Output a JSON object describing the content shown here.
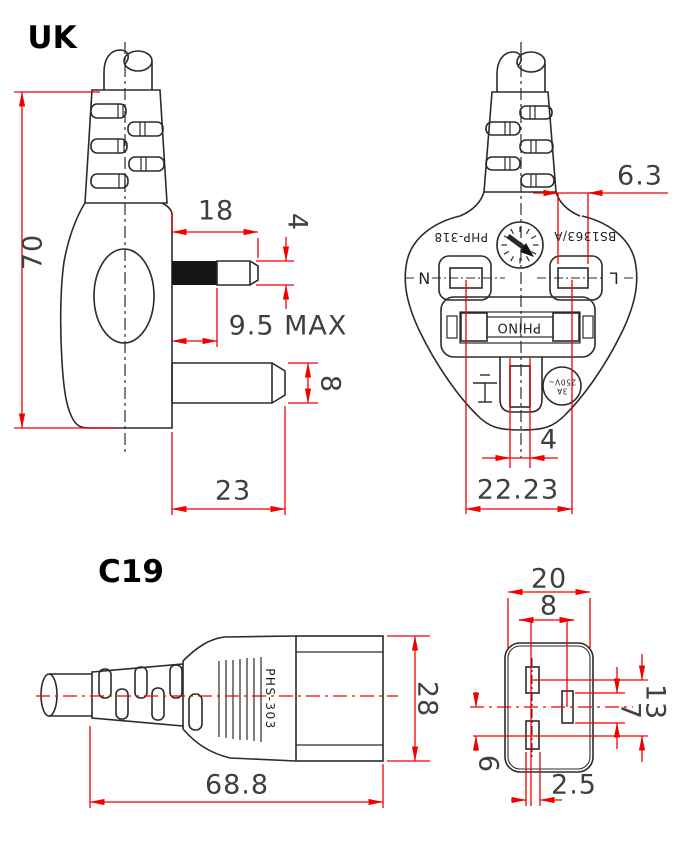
{
  "colors": {
    "line": "#2b2b2b",
    "red": "#f10000",
    "dim_text": "#3f3f3f"
  },
  "uk": {
    "title": "UK",
    "side": {
      "dim_height": "70",
      "dim_pin_length": "18",
      "dim_pin_thickness": "4",
      "dim_sleeve": "9.5  MAX",
      "dim_earth_thickness": "8",
      "dim_earth_length": "23"
    },
    "front": {
      "dim_pin_width": "6.3",
      "dim_earth_width": "4",
      "dim_pin_spacing": "22.23",
      "marking_model": "PHP-318",
      "marking_standard": "BS1363/A",
      "marking_fuse": "PHINO",
      "label_neutral": "N",
      "label_live": "L",
      "marking_fuse_rating": "3A",
      "marking_voltage": "250V~"
    }
  },
  "c19": {
    "title": "C19",
    "side": {
      "dim_length": "68.8",
      "dim_height": "28",
      "marking_model": "PHS-303"
    },
    "front": {
      "dim_width": "20",
      "dim_slot_spacing": "8",
      "dim_pin_pitch": "13",
      "dim_slot_height": "7",
      "dim_offset": "6",
      "dim_slot_width": "2.5"
    }
  }
}
